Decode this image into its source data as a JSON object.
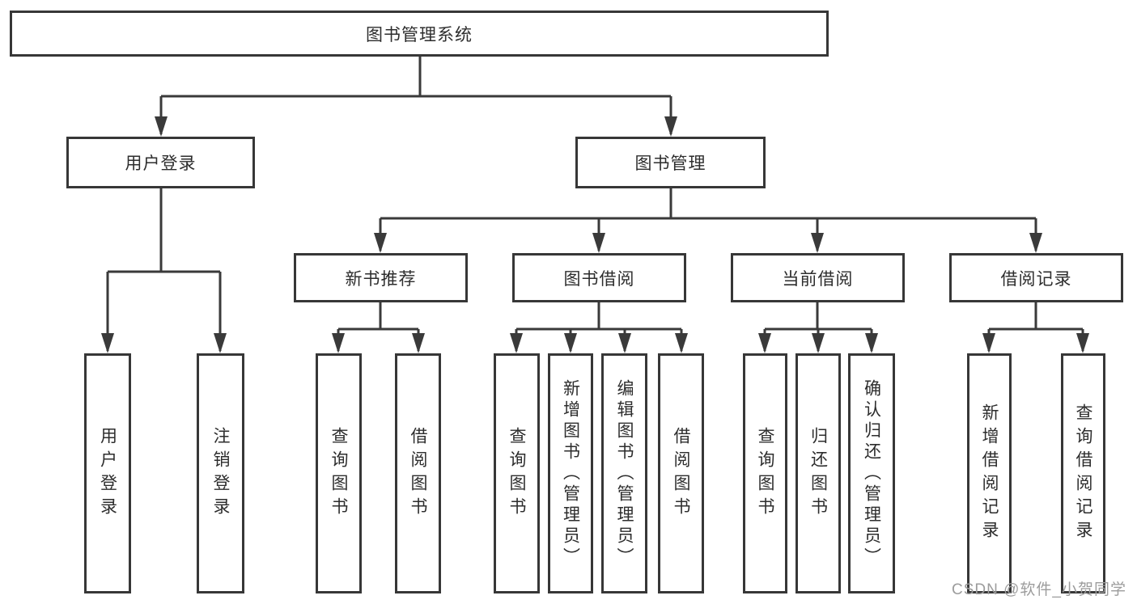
{
  "tree": {
    "label": "图书管理系统",
    "children": [
      {
        "label": "用户登录",
        "children": [
          {
            "label": "用户登录"
          },
          {
            "label": "注销登录"
          }
        ]
      },
      {
        "label": "图书管理",
        "children": [
          {
            "label": "新书推荐",
            "children": [
              {
                "label": "查询图书"
              },
              {
                "label": "借阅图书"
              }
            ]
          },
          {
            "label": "图书借阅",
            "children": [
              {
                "label": "查询图书"
              },
              {
                "label": "新增图书（管理员）"
              },
              {
                "label": "编辑图书（管理员）"
              },
              {
                "label": "借阅图书"
              }
            ]
          },
          {
            "label": "当前借阅",
            "children": [
              {
                "label": "查询图书"
              },
              {
                "label": "归还图书"
              },
              {
                "label": "确认归还（管理员）"
              }
            ]
          },
          {
            "label": "借阅记录",
            "children": [
              {
                "label": "新增借阅记录"
              },
              {
                "label": "查询借阅记录"
              }
            ]
          }
        ]
      }
    ]
  },
  "watermark": "CSDN @软件_小贺同学",
  "colors": {
    "line": "#3a3a3a",
    "box_border": "#373737",
    "text": "#2d2d2d",
    "watermark_text": "#9c9c9c",
    "background": "#ffffff"
  }
}
